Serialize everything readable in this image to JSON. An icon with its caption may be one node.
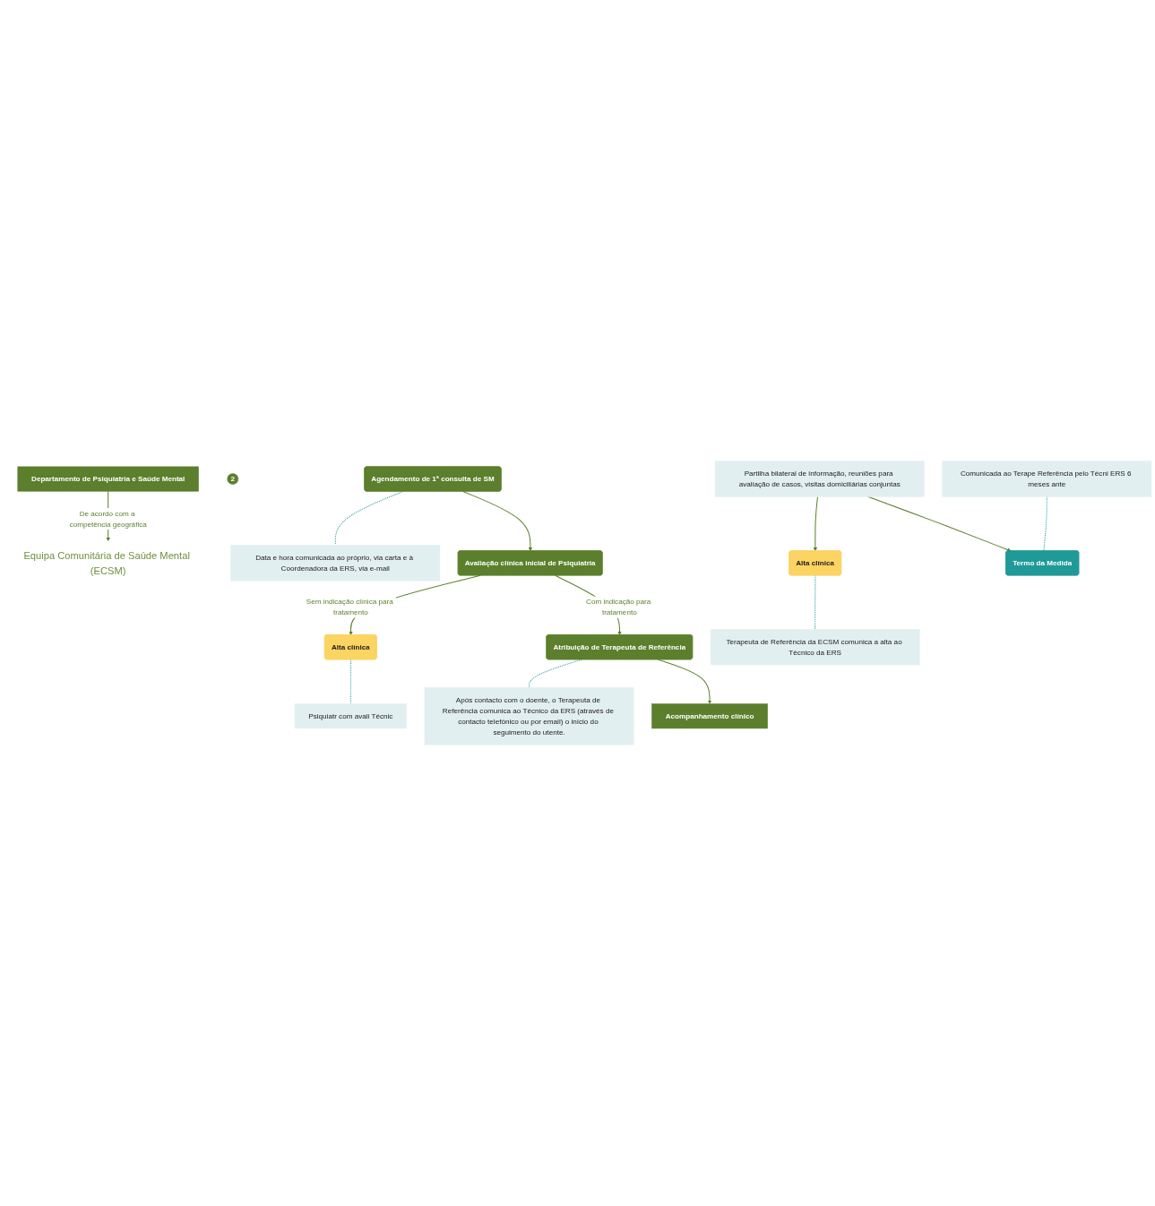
{
  "diagram": {
    "nodes": [
      {
        "text": [
          "Departamento de Psiquiatria e Saúde Mental"
        ]
      },
      {
        "text": [
          "2"
        ]
      },
      {
        "text": [
          "Equipa Comunitária de Saúde Mental (ECSM)"
        ]
      },
      {
        "text": [
          "Agendamento de 1ª consulta de SM"
        ]
      },
      {
        "text": [
          "Data e hora comunicada ao próprio, via carta e à Coordenadora da ERS, via e-mail"
        ]
      },
      {
        "text": [
          "Avaliação clínica inicial de Psiquiatria"
        ]
      },
      {
        "text": [
          "Alta clínica"
        ]
      },
      {
        "text": [
          "Psiquiatr com avali Técnic"
        ]
      },
      {
        "text": [
          "Atribuição de Terapeuta de Referência"
        ]
      },
      {
        "text": [
          "Após contacto com o doente, o Terapeuta de Referência comunica ao Técnico da ERS (através de contacto telefónico ou por email) o início do seguimento do utente."
        ]
      },
      {
        "text": [
          "Acompanhamento clínico"
        ]
      },
      {
        "text": [
          "Partilha bilateral de informação, reuniões para avaliação de casos, visitas domiciliárias conjuntas"
        ]
      },
      {
        "text": [
          "Alta clínica"
        ]
      },
      {
        "text": [
          "Terapeuta de Referência da ECSM comunica a alta ao Técnico da ERS"
        ]
      },
      {
        "text": [
          "Comunicada ao Terape Referência pelo Técni ERS 6 meses ante"
        ]
      },
      {
        "text": [
          "Termo da Medida"
        ]
      }
    ],
    "edges": [
      {
        "from": 0,
        "to": 2,
        "arrow": "to",
        "label": "De acordo com a competência geográfica"
      },
      {
        "from": 3,
        "to": 4,
        "arrow": "none",
        "style": "dashed",
        "color": "#2a9a9a"
      },
      {
        "from": 3,
        "to": 5,
        "arrow": "to"
      },
      {
        "from": 5,
        "to": 6,
        "arrow": "to",
        "label": "Sem indicação clínica para tratamento"
      },
      {
        "from": 6,
        "to": 7,
        "arrow": "none",
        "style": "dashed",
        "color": "#2a9a9a"
      },
      {
        "from": 5,
        "to": 8,
        "arrow": "to",
        "label": "Com indicação para tratamento"
      },
      {
        "from": 8,
        "to": 9,
        "arrow": "none",
        "style": "dashed",
        "color": "#2a9a9a"
      },
      {
        "from": 8,
        "to": 10,
        "arrow": "to"
      },
      {
        "from": 11,
        "to": 12,
        "arrow": "to"
      },
      {
        "from": 12,
        "to": 13,
        "arrow": "none",
        "style": "dashed",
        "color": "#2a9a9a"
      },
      {
        "from": 11,
        "to": 15,
        "arrow": "to"
      },
      {
        "from": 14,
        "to": 15,
        "arrow": "none",
        "style": "dashed",
        "color": "#2a9a9a"
      }
    ]
  }
}
